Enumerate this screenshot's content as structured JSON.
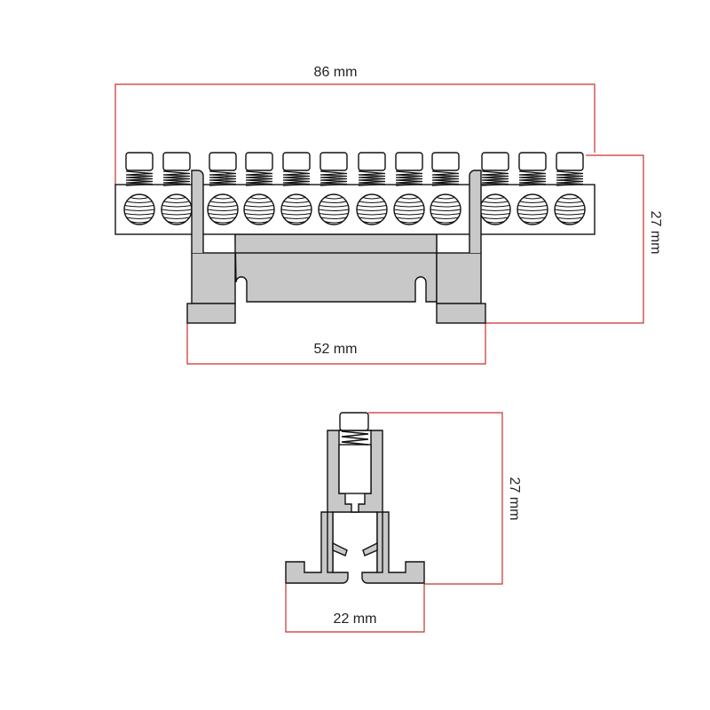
{
  "top_view": {
    "width_label": "86 mm",
    "height_label": "27 mm",
    "rail_width_label": "52 mm",
    "terminal_count": 12
  },
  "side_view": {
    "height_label": "27 mm",
    "width_label": "22 mm"
  },
  "colors": {
    "dimension": "#c9302c",
    "body": "#c8c8c8",
    "outline": "#111111"
  }
}
